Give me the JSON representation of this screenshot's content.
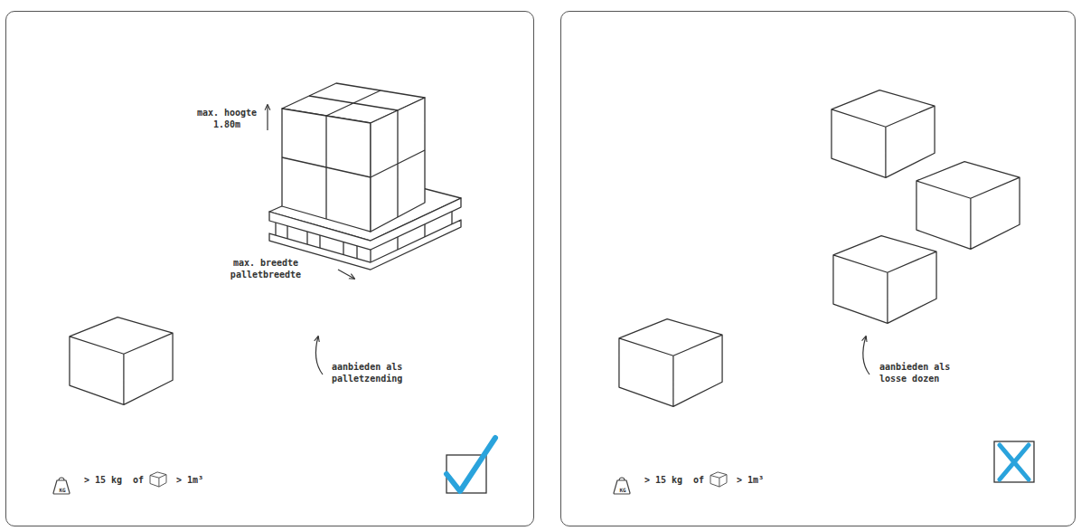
{
  "diagram": {
    "nodes": [
      {
        "text": [
          "max. hoogte 1.80m",
          "max. breedte palletbreedte",
          "aanbieden als palletzending",
          "KG",
          "> 15 kg",
          "of",
          "> 1m³"
        ]
      },
      {
        "text": [
          "aanbieden als losse dozen",
          "KG",
          "> 15 kg",
          "of",
          "> 1m³"
        ]
      }
    ]
  }
}
